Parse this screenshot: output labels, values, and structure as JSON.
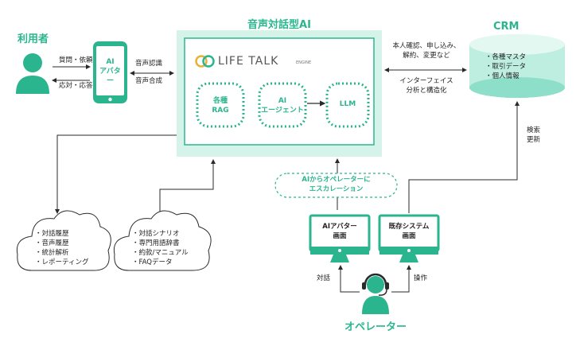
{
  "user": {
    "label": "利用者",
    "request": "質問・依頼",
    "response": "応対・応答"
  },
  "avatar_device": {
    "line1": "AI",
    "line2": "アバター"
  },
  "speech": {
    "recognition": "音声認識",
    "synthesis": "音声合成"
  },
  "main_box": {
    "title": "音声対話型AI",
    "logo_text": "LIFE TALK",
    "logo_sub": "ENGINE",
    "rag": {
      "line1": "各種",
      "line2": "RAG"
    },
    "agent": {
      "line1": "AI",
      "line2": "エージェント"
    },
    "llm": "LLM"
  },
  "crm_link": {
    "top_line1": "本人確認、申し込み、",
    "top_line2": "解約、変更など",
    "bottom_line1": "インターフェイス",
    "bottom_line2": "分析と構造化"
  },
  "crm": {
    "title": "CRM",
    "items": [
      "・各種マスタ",
      "・取引データ",
      "・個人情報"
    ]
  },
  "search_update": {
    "line1": "検索",
    "line2": "更新"
  },
  "escalation": {
    "line1": "AIからオペレーターに",
    "line2": "エスカレーション"
  },
  "cloud_left": {
    "items": [
      "・対話履歴",
      "・音声履歴",
      "・統計解析",
      "・レポーティング"
    ]
  },
  "cloud_right": {
    "items": [
      "・対話シナリオ",
      "・専門用語辞書",
      "・約款/マニュアル",
      "・FAQデータ"
    ]
  },
  "monitor_left": {
    "line1": "AIアバター",
    "line2": "画面"
  },
  "monitor_right": {
    "line1": "既存システム",
    "line2": "画面"
  },
  "operator": {
    "label": "オペレーター",
    "dialog": "対話",
    "operate": "操作"
  },
  "colors": {
    "accent": "#2bb58f",
    "mint": "#d6f3ea",
    "dark": "#2a2a2a"
  }
}
